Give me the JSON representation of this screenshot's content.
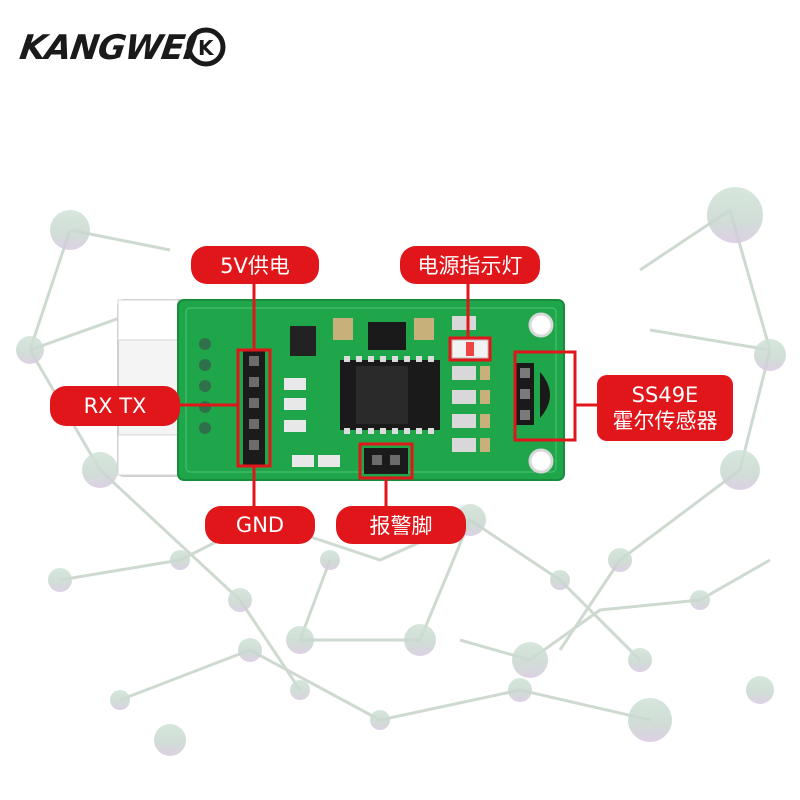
{
  "brand": {
    "name": "KANGWEI",
    "logo_letter": "K"
  },
  "labels": {
    "power": "5V供电",
    "led": "电源指示灯",
    "rxtx": "RX TX",
    "sensor_line1": "SS49E",
    "sensor_line2": "霍尔传感器",
    "gnd": "GND",
    "alarm": "报警脚"
  },
  "colors": {
    "callout_red": "#e0161b",
    "pcb_green": "#1fa64a",
    "connector_white": "#f2f2f2"
  }
}
